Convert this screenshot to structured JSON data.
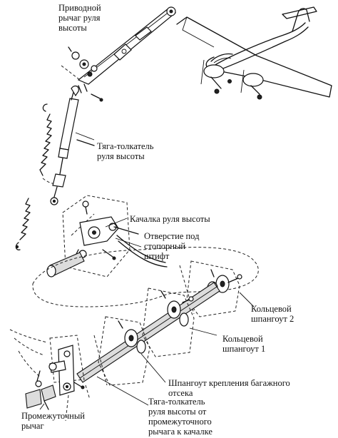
{
  "labels": {
    "elevator_bellcrank_drive": "Приводной\nрычаг руля\nвысоты",
    "elevator_push_rod": "Тяга-толкатель\nруля высоты",
    "elevator_bellcrank": "Качалка руля высоты",
    "locking_pin_hole": "Отверстие под\nстопорный\nштифт",
    "ring_frame_2": "Кольцевой\nшпангоут 2",
    "ring_frame_1": "Кольцевой\nшпангоут  1",
    "baggage_frame": "Шпангоут крепления багажного\nотсека",
    "push_rod_intermediate": "Тяга-толкатель\nруля высоты от\nпромежуточного\nрычага к качалке",
    "intermediate_lever": "Промежуточный\nрычаг"
  },
  "colors": {
    "ink": "#111111",
    "paper": "#ffffff",
    "shade": "#dcdcdc"
  },
  "icons": [
    "aircraft-icon",
    "spring-icon"
  ]
}
